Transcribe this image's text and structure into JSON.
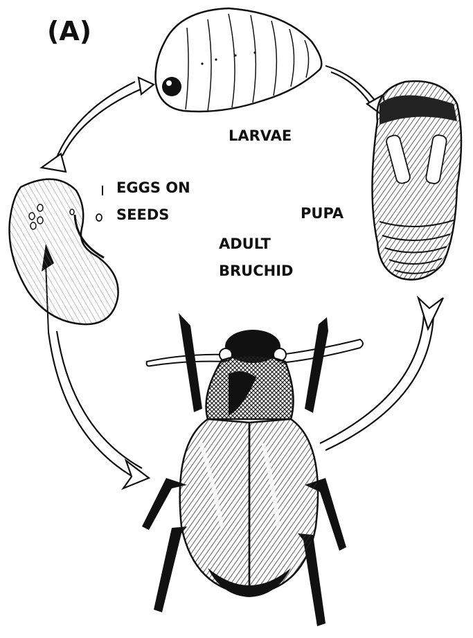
{
  "figure": {
    "panel_label": "(A)",
    "stages": {
      "larvae": "LARVAE",
      "eggs_line1": "EGGS ON",
      "eggs_line2": "SEEDS",
      "pupa": "PUPA",
      "adult_line1": "ADULT",
      "adult_line2": "BRUCHID"
    }
  },
  "colors": {
    "ink": "#111111",
    "paper": "#ffffff",
    "hatch": "#555555"
  },
  "icons": [
    "seed-with-eggs-icon",
    "larva-icon",
    "pupa-icon",
    "adult-bruchid-beetle-icon",
    "cycle-arrow-icon"
  ]
}
